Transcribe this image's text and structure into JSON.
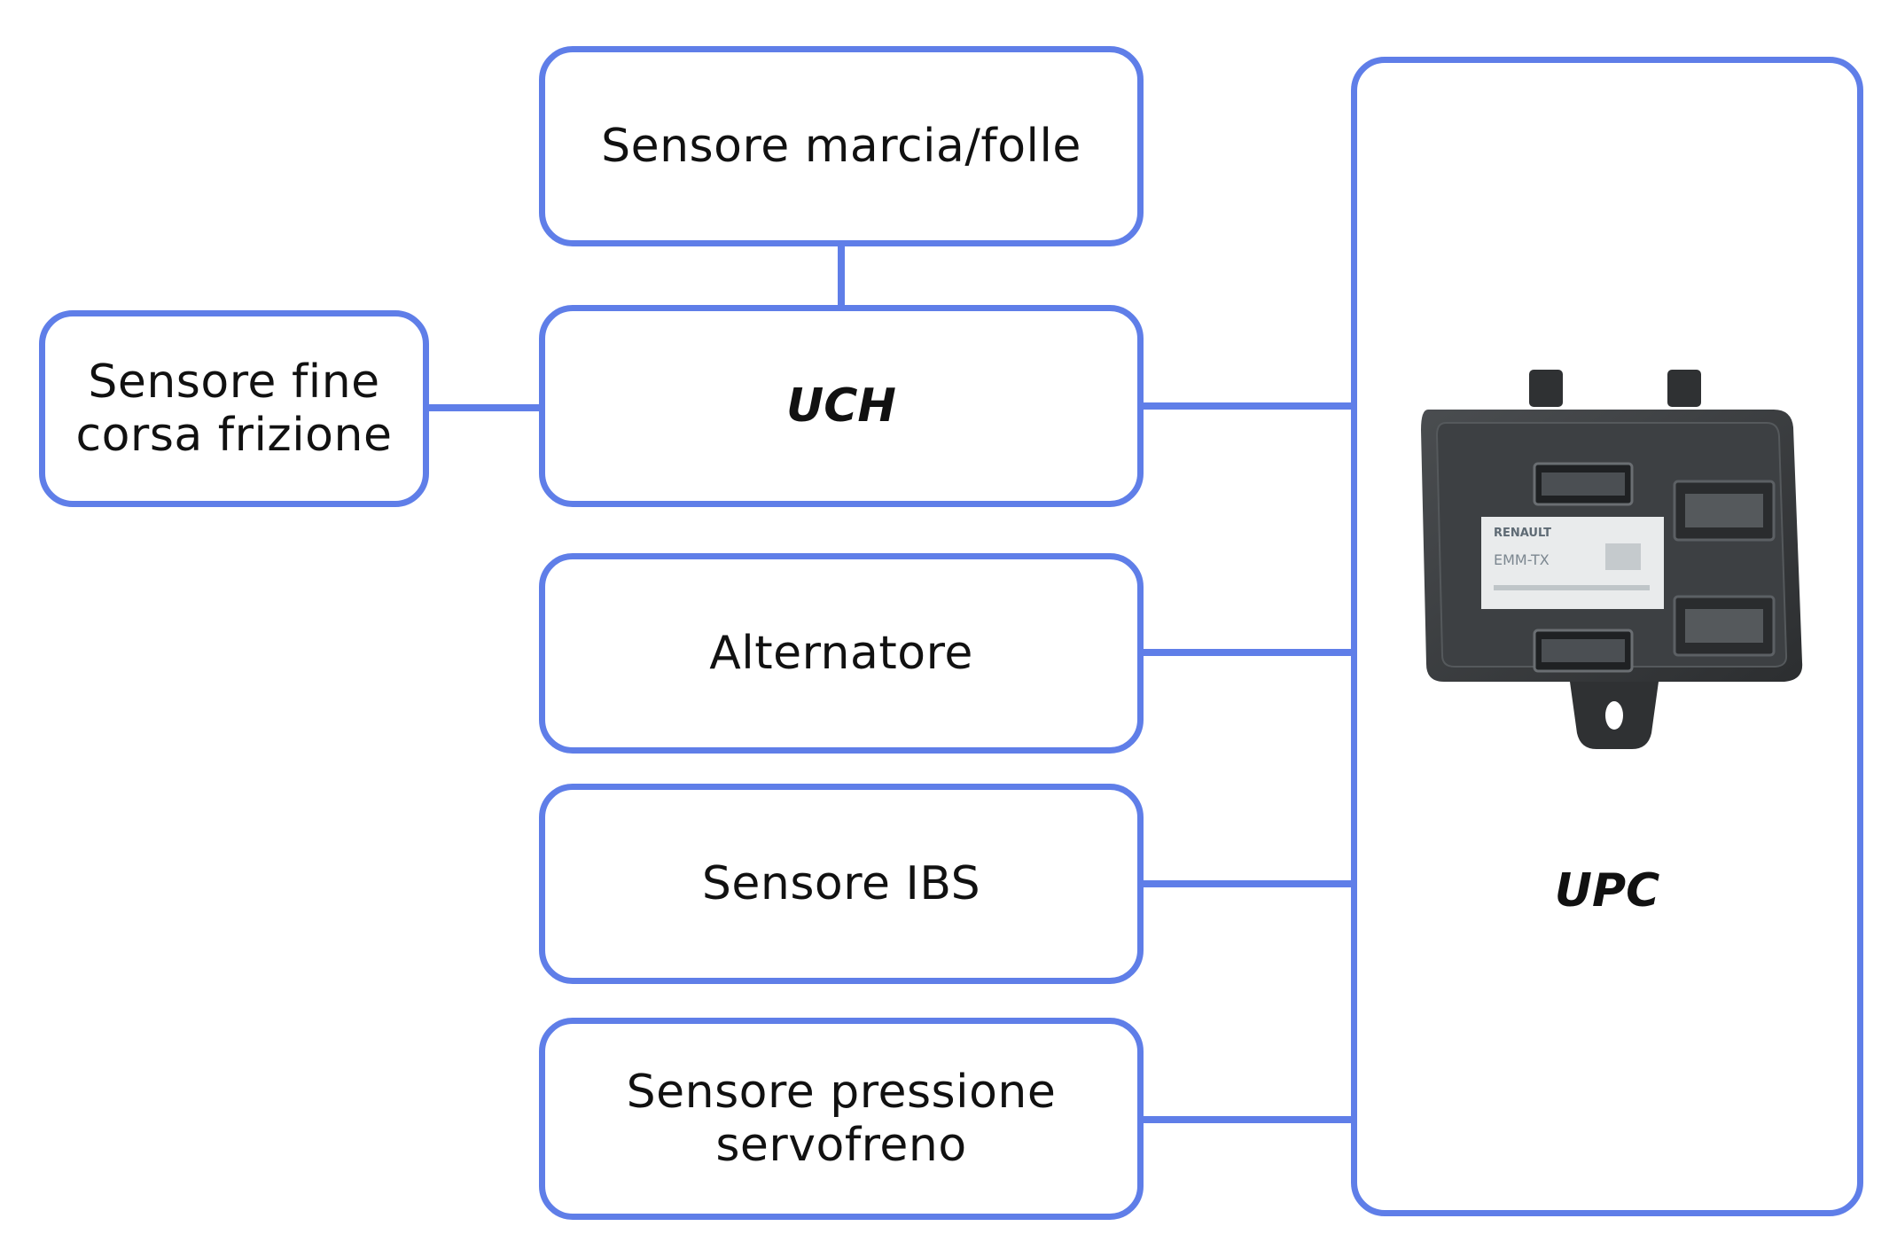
{
  "diagram": {
    "nodes": {
      "sensore_marcia_folle": "Sensore marcia/folle",
      "sensore_fine_corsa_frizione": "Sensore fine\ncorsa frizione",
      "uch": "UCH",
      "alternatore": "Alternatore",
      "sensore_ibs": "Sensore IBS",
      "sensore_pressione_servofreno": "Sensore pressione\nservofreno",
      "upc": "UPC"
    },
    "colors": {
      "box_border": "#5f7ee8",
      "connector": "#5f7ee8",
      "text": "#111111",
      "device_body": "#3a3d40"
    },
    "device_photo": {
      "icon": "control-unit-photo",
      "label_text": [
        "RENAULT",
        "EMM-TX"
      ]
    }
  }
}
